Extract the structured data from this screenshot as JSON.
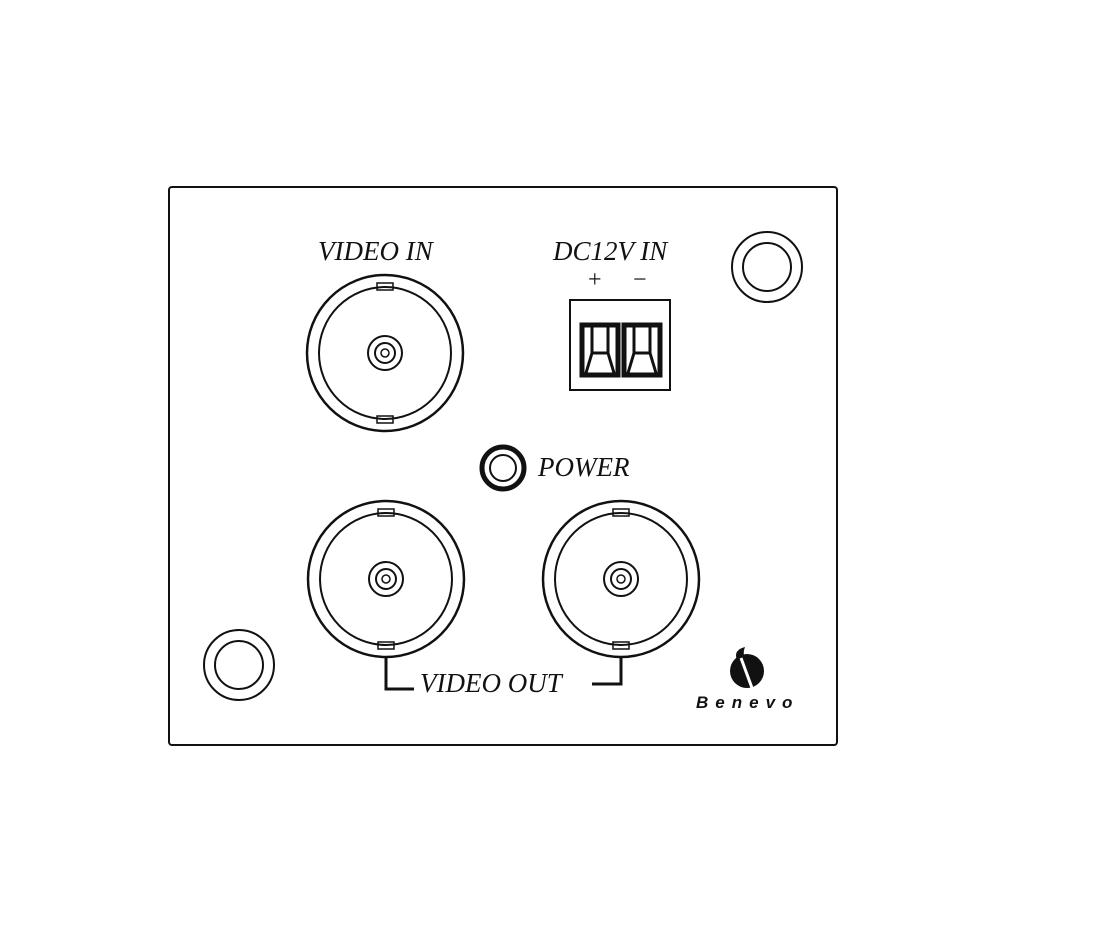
{
  "panel": {
    "video_in_label": "VIDEO IN",
    "dc_label": "DC12V IN",
    "plus_sign": "+",
    "minus_sign": "−",
    "power_label": "POWER",
    "video_out_label": "VIDEO OUT",
    "brand": "Benevo"
  },
  "colors": {
    "line": "#111111",
    "background": "#ffffff"
  }
}
